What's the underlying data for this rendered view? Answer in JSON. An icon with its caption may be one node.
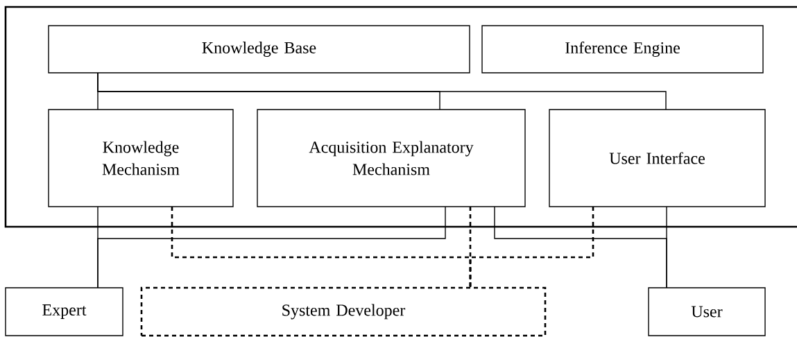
{
  "diagram": {
    "nodes": [
      {
        "text": [
          "Knowledge Base"
        ]
      },
      {
        "text": [
          "Inference Engine"
        ]
      },
      {
        "text": [
          "Knowledge Mechanism"
        ]
      },
      {
        "text": [
          "Acquisition Explanatory Mechanism"
        ]
      },
      {
        "text": [
          "User Interface"
        ]
      },
      {
        "text": [
          "Expert"
        ]
      },
      {
        "text": [
          "System Developer"
        ]
      },
      {
        "text": [
          "User"
        ]
      }
    ],
    "edges": [
      {
        "from": 0,
        "to": 2,
        "arrow": "none"
      },
      {
        "from": 0,
        "to": 3,
        "arrow": "none"
      },
      {
        "from": 0,
        "to": 4,
        "arrow": "none"
      },
      {
        "from": 2,
        "to": 5,
        "arrow": "none"
      },
      {
        "from": 3,
        "to": 5,
        "arrow": "none"
      },
      {
        "from": 3,
        "to": 7,
        "arrow": "none"
      },
      {
        "from": 4,
        "to": 7,
        "arrow": "none"
      },
      {
        "from": 2,
        "to": 6,
        "arrow": "none",
        "style": "dashed"
      },
      {
        "from": 3,
        "to": 6,
        "arrow": "none",
        "style": "dashed"
      },
      {
        "from": 4,
        "to": 6,
        "arrow": "none",
        "style": "dashed"
      }
    ]
  }
}
